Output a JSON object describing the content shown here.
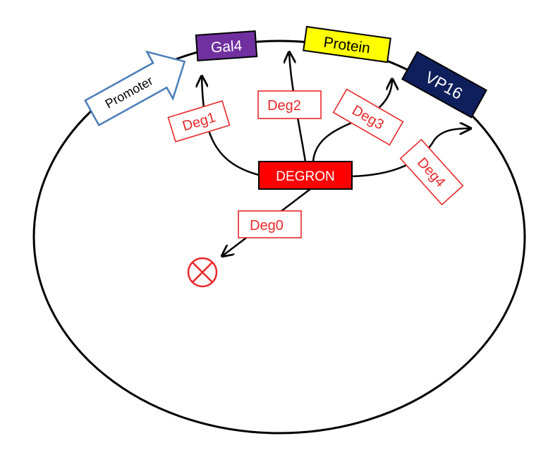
{
  "colors": {
    "degron_fill": "#ff0000",
    "degron_text": "#ffffff",
    "label_red": "#e8282a",
    "gal4_fill": "#7030a0",
    "protein_fill": "#ffff00",
    "vp16_fill": "#0f1f5c",
    "promoter_stroke": "#4a7cb8",
    "plasmid_stroke": "#000000"
  },
  "plasmid": {
    "promoter": "Promoter",
    "gal4": "Gal4",
    "protein": "Protein",
    "vp16": "VP16"
  },
  "degron": {
    "label": "DEGRON"
  },
  "variants": {
    "deg0": "Deg0",
    "deg1": "Deg1",
    "deg2": "Deg2",
    "deg3": "Deg3",
    "deg4": "Deg4"
  },
  "icons": {
    "no_insertion": "circled-x-icon"
  }
}
